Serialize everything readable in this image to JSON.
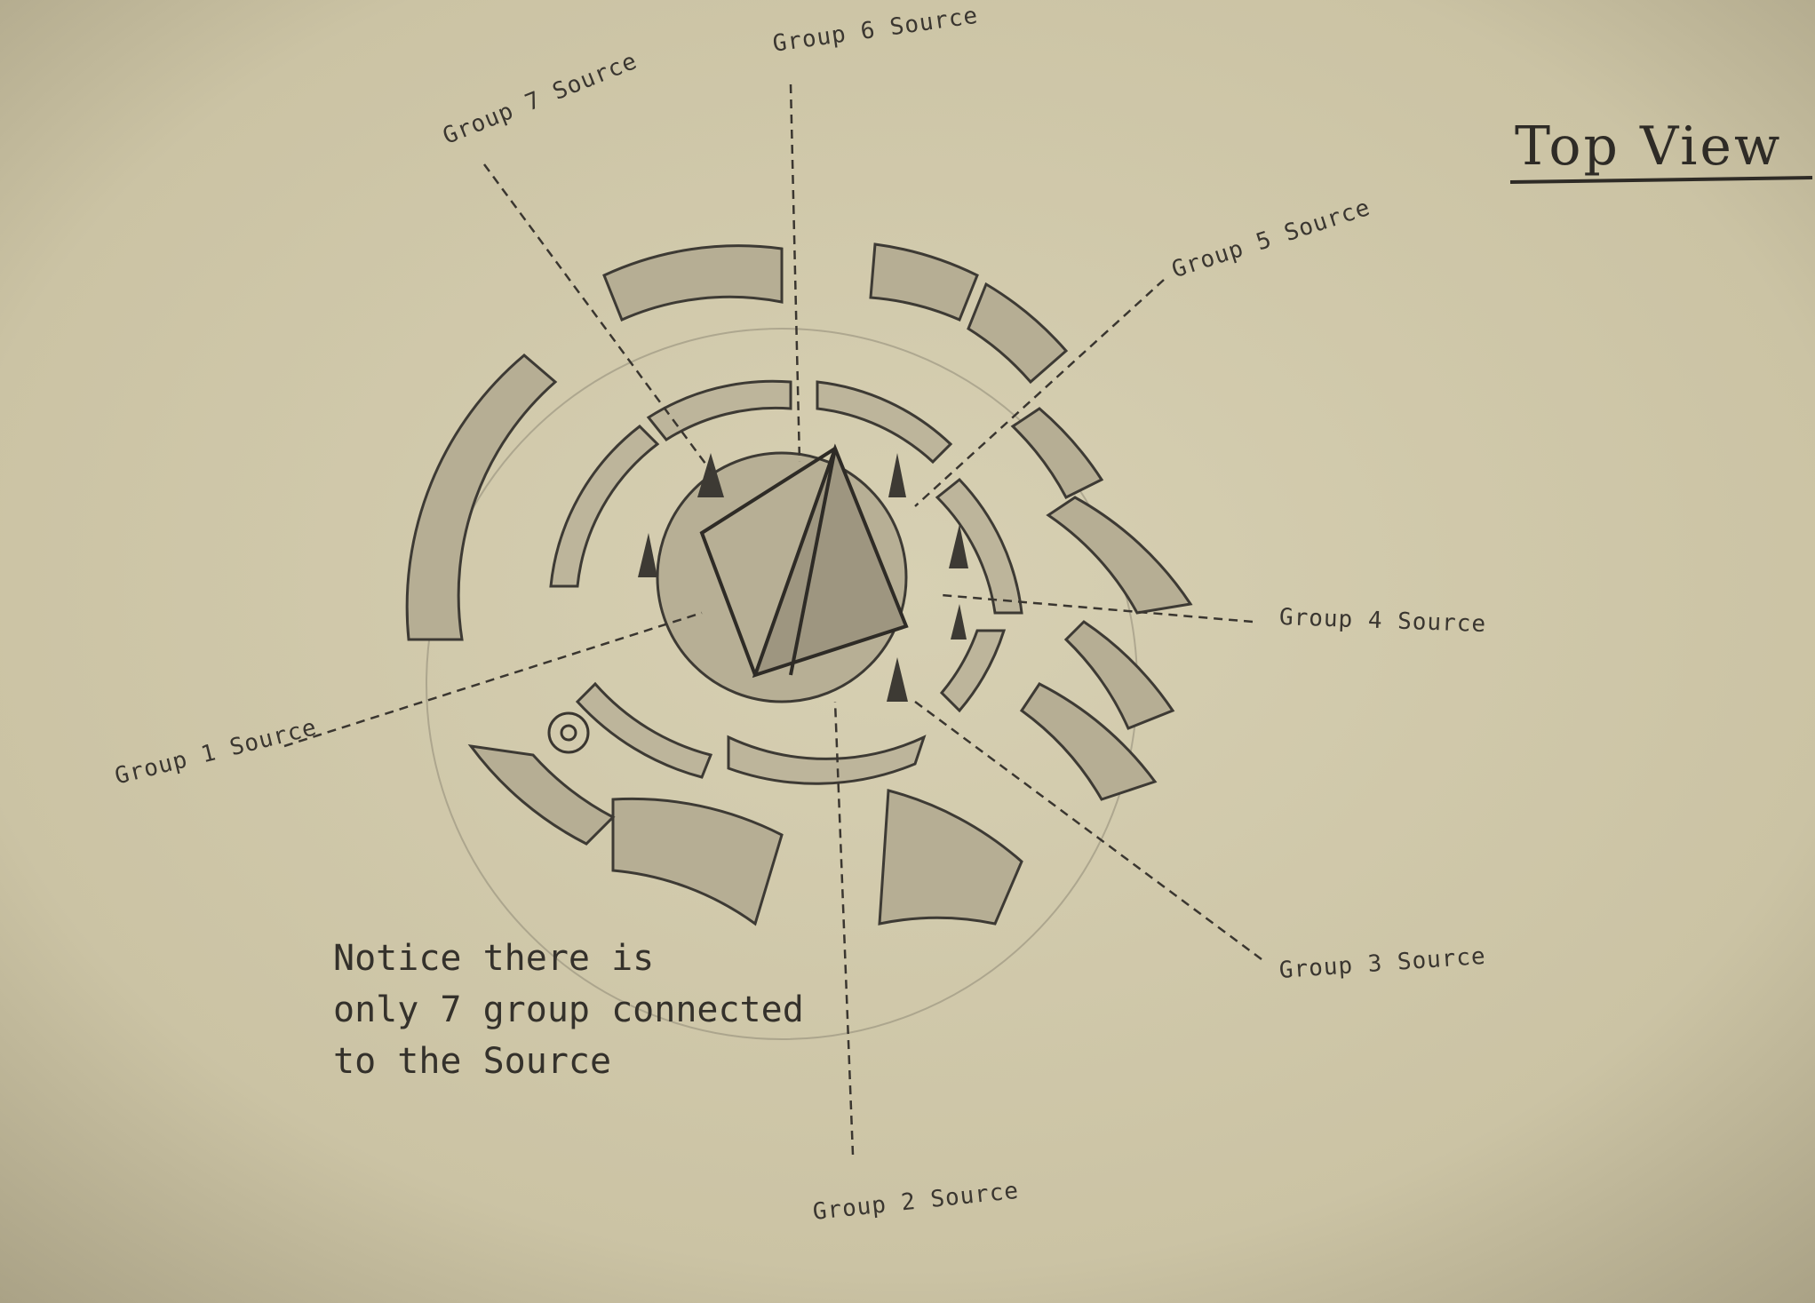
{
  "title": "Top View",
  "sources": [
    {
      "label": "Group 1 Source"
    },
    {
      "label": "Group 2 Source"
    },
    {
      "label": "Group 3 Source"
    },
    {
      "label": "Group 4 Source"
    },
    {
      "label": "Group 5 Source"
    },
    {
      "label": "Group 6 Source"
    },
    {
      "label": "Group 7 Source"
    }
  ],
  "note": {
    "line1": "Notice there is",
    "line2": "only 7 group connected",
    "line3": "to the Source"
  },
  "colors": {
    "paper": "#cfc7a9",
    "pencil": "#3a3630"
  }
}
